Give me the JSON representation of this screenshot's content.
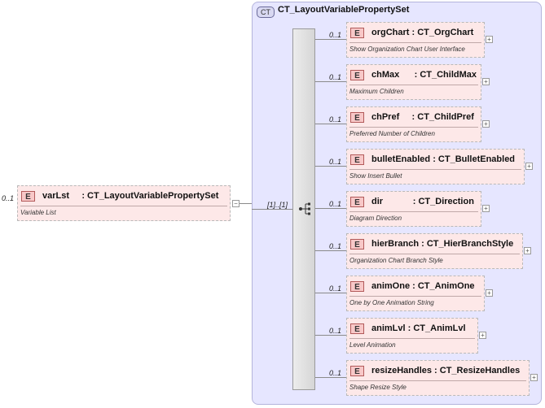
{
  "root": {
    "multiplicity": "0..1",
    "badge": "E",
    "name": "varLst",
    "type": ": CT_LayoutVariablePropertySet",
    "description": "Variable List",
    "toggle": "−"
  },
  "complex_type": {
    "badge": "CT",
    "title": "CT_LayoutVariablePropertySet"
  },
  "sequence": {
    "multiplicity": "[1]..[1]"
  },
  "children": [
    {
      "multiplicity": "0..1",
      "badge": "E",
      "name": "orgChart",
      "type": ": CT_OrgChart",
      "description": "Show Organization Chart User Interface",
      "expand": "+"
    },
    {
      "multiplicity": "0..1",
      "badge": "E",
      "name": "chMax",
      "type": ": CT_ChildMax",
      "description": "Maximum Children",
      "expand": "+"
    },
    {
      "multiplicity": "0..1",
      "badge": "E",
      "name": "chPref",
      "type": ": CT_ChildPref",
      "description": "Preferred Number of Children",
      "expand": "+"
    },
    {
      "multiplicity": "0..1",
      "badge": "E",
      "name": "bulletEnabled",
      "type": ": CT_BulletEnabled",
      "description": "Show Insert Bullet",
      "expand": "+"
    },
    {
      "multiplicity": "0..1",
      "badge": "E",
      "name": "dir",
      "type": ": CT_Direction",
      "description": "Diagram Direction",
      "expand": "+"
    },
    {
      "multiplicity": "0..1",
      "badge": "E",
      "name": "hierBranch",
      "type": ": CT_HierBranchStyle",
      "description": "Organization Chart Branch Style",
      "expand": "+"
    },
    {
      "multiplicity": "0..1",
      "badge": "E",
      "name": "animOne",
      "type": ": CT_AnimOne",
      "description": "One by One Animation String",
      "expand": "+"
    },
    {
      "multiplicity": "0..1",
      "badge": "E",
      "name": "animLvl",
      "type": ": CT_AnimLvl",
      "description": "Level Animation",
      "expand": "+"
    },
    {
      "multiplicity": "0..1",
      "badge": "E",
      "name": "resizeHandles",
      "type": ": CT_ResizeHandles",
      "description": "Shape Resize Style",
      "expand": "+"
    }
  ]
}
